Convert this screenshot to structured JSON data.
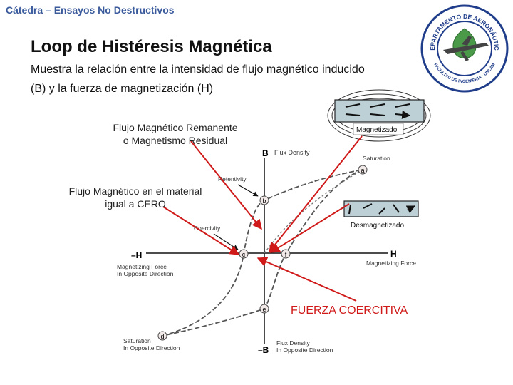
{
  "header": {
    "course": "Cátedra – Ensayos No Destructivos"
  },
  "slide": {
    "title": "Loop de Histéresis Magnética",
    "subtitle_line1": "Muestra la relación entre la intensidad de flujo magnético inducido",
    "subtitle_line2": "(B) y la fuerza de magnetización (H)"
  },
  "callouts": {
    "remanent_line1": "Flujo Magnético Remanente",
    "remanent_line2": "o Magnetismo Residual",
    "zero_line1": "Flujo Magnético en el material",
    "zero_line2": "igual a CERO",
    "coercive": "FUERZA COERCITIVA",
    "magnetized": "Magnetizado",
    "demagnetized": "Desmagnetizado"
  },
  "loop": {
    "axis_b": "B",
    "axis_b_name": "Flux Density",
    "axis_neg_b": "–B",
    "neg_b_line1": "Flux Density",
    "neg_b_line2": "In Opposite Direction",
    "axis_h": "H",
    "axis_h_name": "Magnetizing Force",
    "axis_neg_h": "–H",
    "neg_h_line1": "Magnetizing Force",
    "neg_h_line2": "In Opposite Direction",
    "saturation": "Saturation",
    "retentivity": "Retentivity",
    "coercivity": "Coercivity",
    "neg_saturation_line1": "Saturation",
    "neg_saturation_line2": "In Opposite Direction",
    "point_a": "a",
    "point_b": "b",
    "point_c": "c",
    "point_d": "d",
    "point_e": "e",
    "point_f": "f"
  },
  "logo": {
    "text_top": "DEPARTAMENTO DE AERONÁUTICA",
    "text_bottom": "FACULTAD DE INGENIERÍA · UNLAM"
  },
  "colors": {
    "header": "#3a5a9c",
    "accent": "#d01a1a",
    "logo_blue": "#1f3d8a"
  }
}
